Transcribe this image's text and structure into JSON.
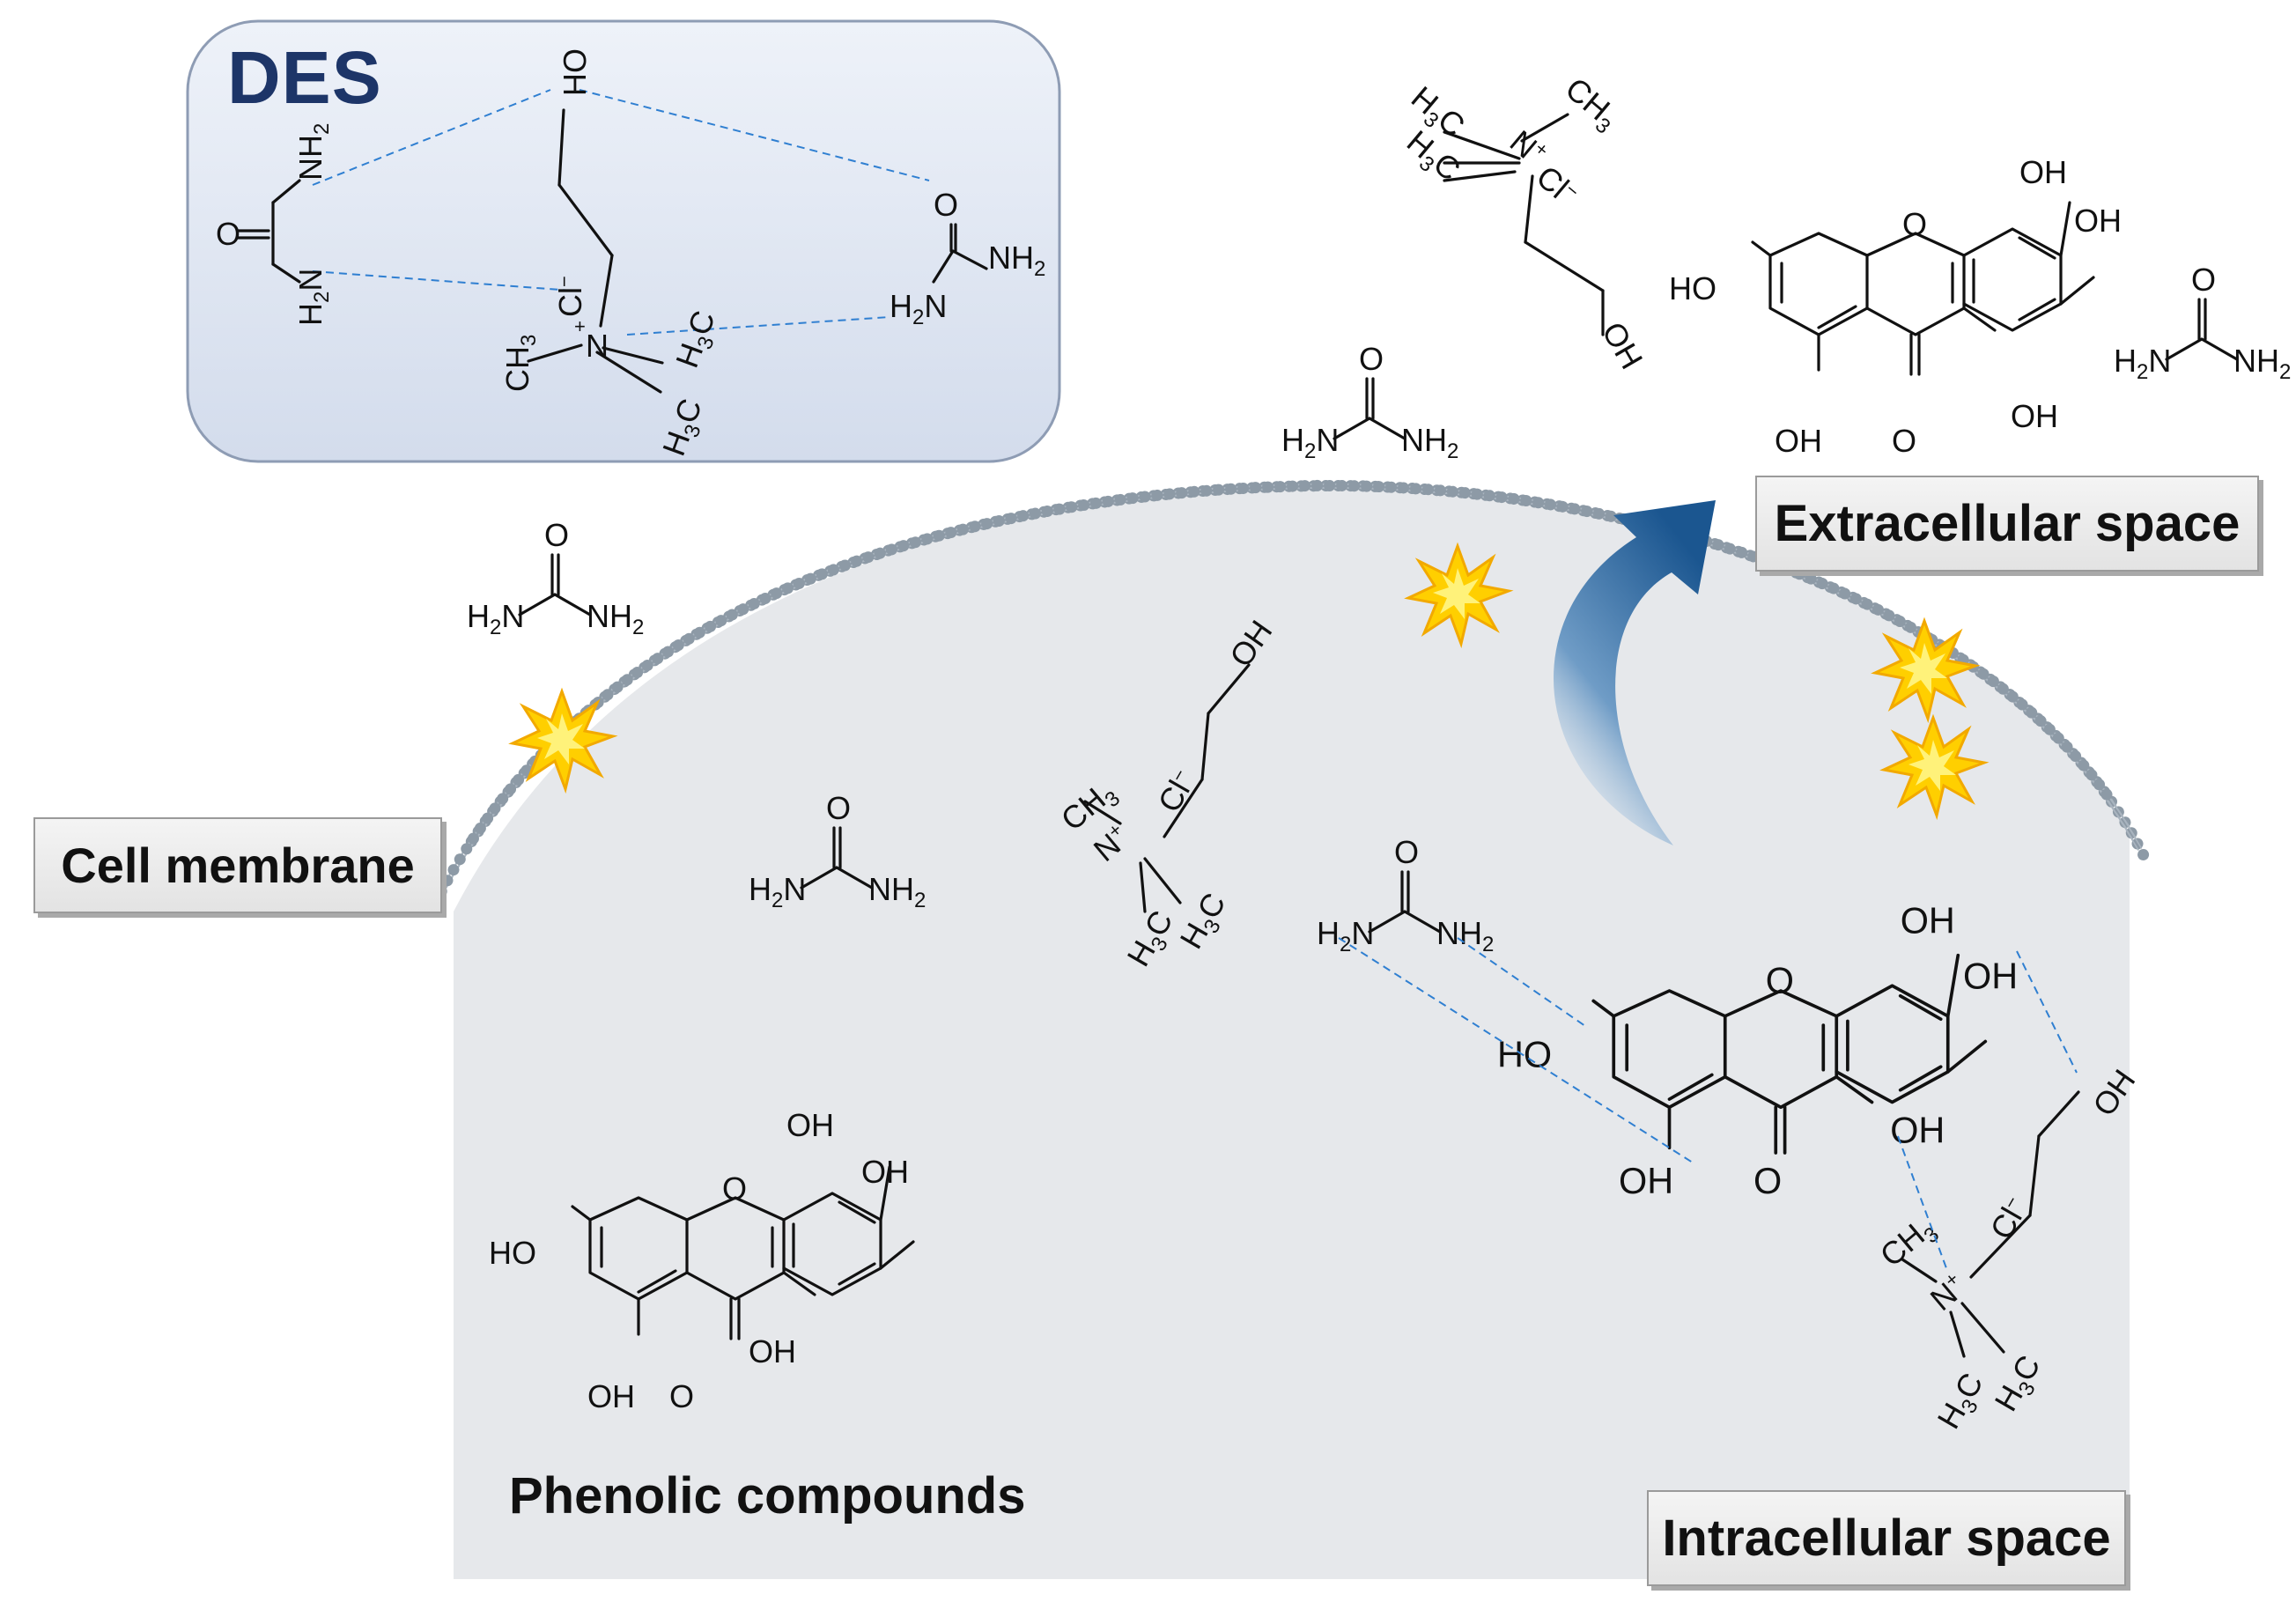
{
  "labels": {
    "des": "DES",
    "cell_membrane": "Cell membrane",
    "extracellular_space": "Extracellular space",
    "intracellular_space": "Intracellular space",
    "phenolic_compounds": "Phenolic compounds"
  },
  "chem_text": {
    "OH": "OH",
    "HO": "HO",
    "O": "O",
    "N": "N",
    "NH": "NH",
    "H": "H",
    "C": "C",
    "CH": "CH",
    "Cl": "Cl",
    "sub2": "2",
    "sub3": "3",
    "plus": "+",
    "minus": "−"
  },
  "colors": {
    "des_title": "#1d3568",
    "des_panel": "#dde5f2",
    "cell_interior": "#e6e8eb",
    "membrane_head": "#8d9aa6",
    "hbond": "#2f7fd1",
    "arrow": "#1f5c94",
    "burst": "#ffd400"
  },
  "icons": [
    "membrane-burst-icon",
    "export-arrow-icon"
  ]
}
